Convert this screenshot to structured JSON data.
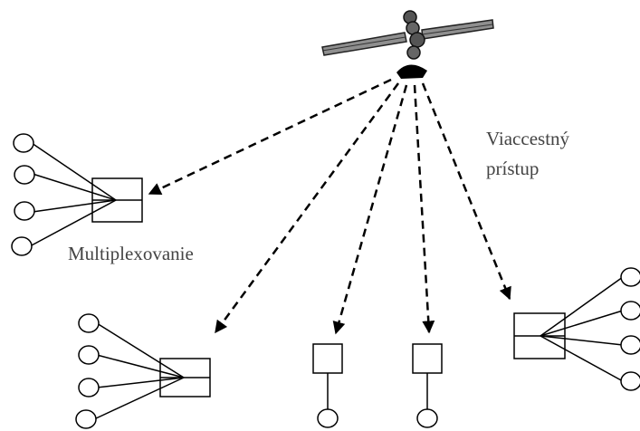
{
  "labels": {
    "multiple_access_line1": "Viaccestný",
    "multiple_access_line2": "prístup",
    "multiplexing": "Multiplexovanie"
  },
  "icons": {
    "satellite": "satellite-icon",
    "station": "station-circle-icon",
    "terminal": "terminal-box-icon"
  },
  "colors": {
    "line": "#000000",
    "text": "#444444",
    "panel_dark": "#3a3a3a",
    "panel_light": "#8f8f8f"
  }
}
